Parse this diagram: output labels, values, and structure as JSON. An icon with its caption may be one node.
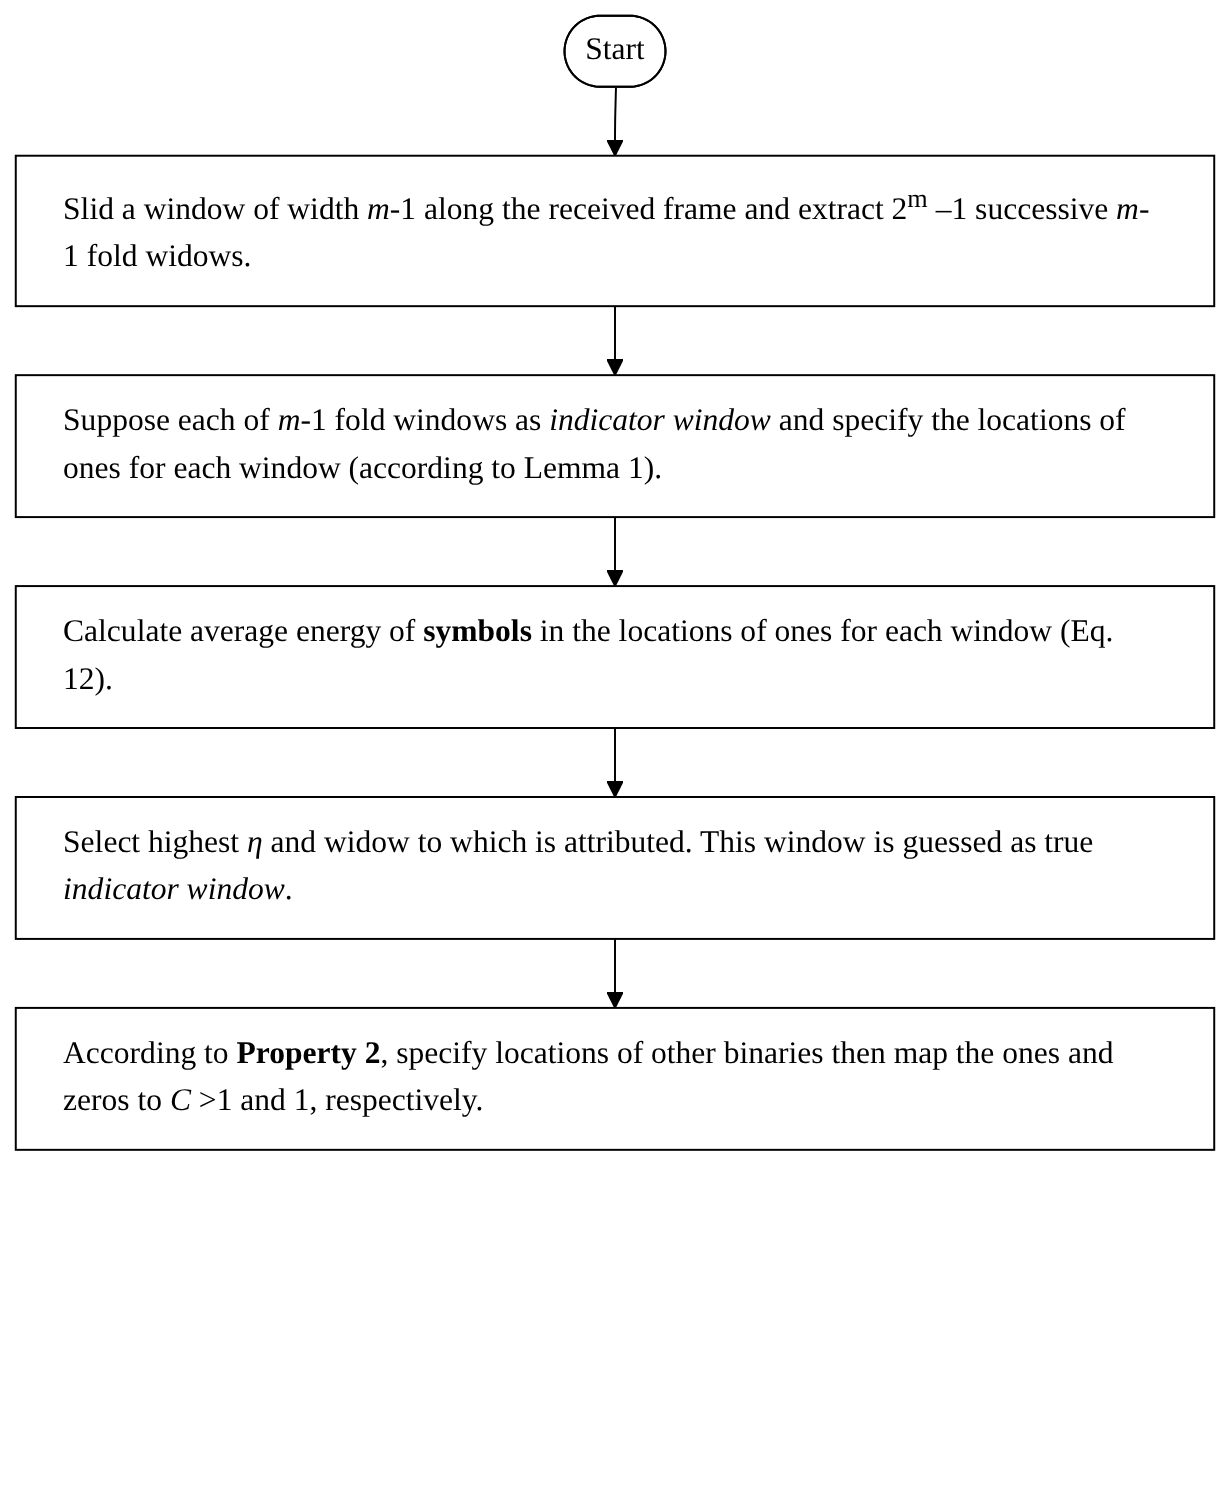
{
  "diagram": {
    "nodes": [
      {
        "text": [
          "Start"
        ]
      },
      {
        "text": [
          "Slid a window of width *m*-1 along the received frame and extract 2$^{m}$ –1 successive *m*-1 fold widows."
        ]
      },
      {
        "text": [
          "Suppose each of *m*-1 fold windows as *indicator window* and specify the locations of ones for each window (according to Lemma 1)."
        ]
      },
      {
        "text": [
          "Calculate average energy of **symbols** in the locations of ones for each window (Eq. 12)."
        ]
      },
      {
        "text": [
          "Select highest *η* and widow to which is attributed. This window is guessed as true *indicator window*."
        ]
      },
      {
        "text": [
          "According to **Property 2**, specify locations of other binaries then map the ones and zeros to *C* >1 and 1, respectively."
        ]
      }
    ],
    "edges": [
      {
        "from": 0,
        "to": 1,
        "arrow": "to"
      },
      {
        "from": 1,
        "to": 2,
        "arrow": "to"
      },
      {
        "from": 2,
        "to": 3,
        "arrow": "to"
      },
      {
        "from": 3,
        "to": 4,
        "arrow": "to"
      },
      {
        "from": 4,
        "to": 5,
        "arrow": "to"
      }
    ]
  }
}
